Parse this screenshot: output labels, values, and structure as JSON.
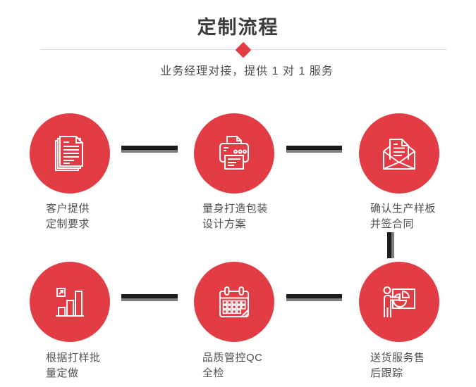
{
  "header": {
    "title": "定制流程",
    "subtitle": "业务经理对接，提供 1 对 1 服务"
  },
  "colors": {
    "accent_red": "#e23c45",
    "icon_stroke": "#ffffff",
    "connector_dark": "#1c1c1c",
    "connector_gray": "#7c7c7c",
    "title_text": "#3b3b3b",
    "label_text": "#4f4f4f",
    "divider": "#d9d9d9"
  },
  "steps": [
    {
      "icon": "stacked-documents-icon",
      "line1": "客户提供",
      "line2": "定制要求"
    },
    {
      "icon": "printer-icon",
      "line1": "量身打造包装",
      "line2": "设计方案"
    },
    {
      "icon": "open-envelope-icon",
      "line1": "确认生产样板",
      "line2": "并签合同"
    },
    {
      "icon": "bar-chart-icon",
      "line1": "根据打样批",
      "line2": "量定做"
    },
    {
      "icon": "calendar-icon",
      "line1": "品质管控QC",
      "line2": "全检"
    },
    {
      "icon": "presentation-icon",
      "line1": "送货服务售",
      "line2": "后跟踪"
    }
  ]
}
